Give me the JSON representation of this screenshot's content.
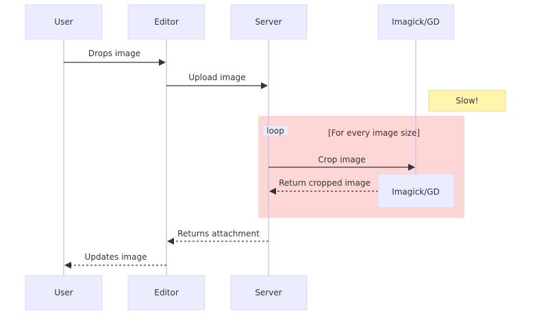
{
  "participants": {
    "user": "User",
    "editor": "Editor",
    "server": "Server",
    "imagick": "Imagick/GD"
  },
  "messages": {
    "m1": "Drops image",
    "m2": "Upload image",
    "m3": "Crop image",
    "m4": "Return cropped image",
    "m5": "Returns attachment",
    "m6": "Updates image"
  },
  "note": "Slow!",
  "loop": {
    "tag": "loop",
    "condition": "[For every image size]"
  },
  "colors": {
    "actor_fill": "#ECECFF",
    "note_fill": "#fff5ad",
    "loop_fill": "#ffd6d6",
    "lifeline": "#ccc2f0"
  }
}
